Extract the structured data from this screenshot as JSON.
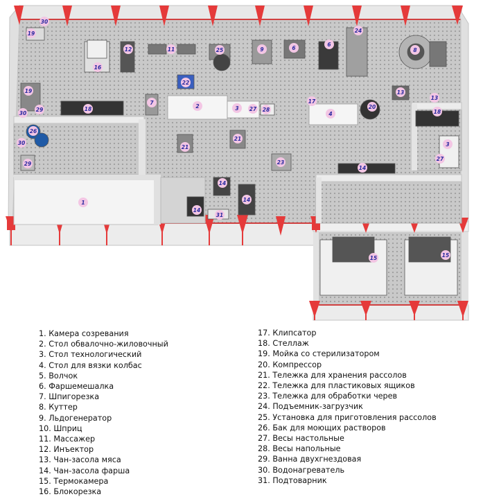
{
  "plan": {
    "labels": [
      "1",
      "2",
      "3",
      "4",
      "6",
      "7",
      "8",
      "9",
      "11",
      "12",
      "13",
      "14",
      "15",
      "16",
      "17",
      "18",
      "19",
      "20",
      "21",
      "22",
      "23",
      "24",
      "25",
      "26",
      "27",
      "28",
      "29",
      "30",
      "31"
    ],
    "colors": {
      "wall": "#e8e8e8",
      "pillar": "#e53a3a",
      "floor": "#c9c9c9",
      "marker_fill": "#f3c6e4",
      "marker_text": "#2a2aa0"
    }
  },
  "legend": {
    "left": [
      "1. Камера созревания",
      "2. Стол обвалочно-жиловочный",
      "3. Стол технологический",
      "4. Стол для вязки колбас",
      "5. Волчок",
      "6. Фаршемешалка",
      "7. Шпигорезка",
      "8. Куттер",
      "9. Льдогенератор",
      "10. Шприц",
      "11. Массажер",
      "12. Инъектор",
      "13. Чан-засола мяса",
      "14. Чан-засола фарша",
      "15. Термокамера",
      "16. Блокорезка"
    ],
    "right": [
      "17. Клипсатор",
      "18. Стеллаж",
      "19. Мойка со стерилизатором",
      "20. Компрессор",
      "21. Тележка для хранения рассолов",
      "22. Тележка для пластиковых ящиков",
      "23. Тележка для обработки черев",
      "24. Подъемник-загрузчик",
      "25. Установка для приготовления рассолов",
      "26. Бак для моющих растворов",
      "27. Весы настольные",
      "28. Весы напольные",
      "29. Ванна двухгнездовая",
      "30. Водонагреватель",
      "31. Подтоварник"
    ]
  }
}
